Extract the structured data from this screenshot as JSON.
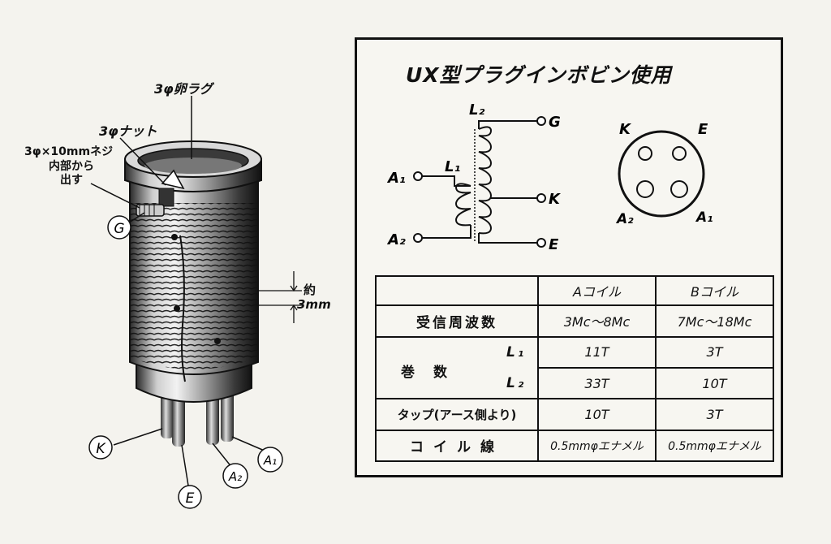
{
  "drawing": {
    "callout_lug": "3φ卵ラグ",
    "callout_nut": "3φナット",
    "callout_screw_line1": "3φ×10mmネジ",
    "callout_screw_line2": "内部から",
    "callout_screw_line3": "出す",
    "approx_label": "約",
    "approx_value": "3mm",
    "pin_g": "G",
    "pin_k": "K",
    "pin_e": "E",
    "pin_a2": "A₂",
    "pin_a1": "A₁"
  },
  "panel": {
    "title": "UX型プラグインボビン使用",
    "schematic": {
      "l2": "L₂",
      "l1": "L₁",
      "a1": "A₁",
      "a2": "A₂",
      "g": "G",
      "k": "K",
      "e": "E"
    },
    "socket": {
      "k": "K",
      "e": "E",
      "a2": "A₂",
      "a1": "A₁"
    },
    "table": {
      "col_a": "Aコイル",
      "col_b": "Bコイル",
      "row_freq_label": "受信周波数",
      "row_freq_a": "3Mc～8Mc",
      "row_freq_b": "7Mc～18Mc",
      "row_turns_label": "巻　数",
      "row_l1_label": "L₁",
      "row_l2_label": "L₂",
      "row_l1_a": "11T",
      "row_l1_b": "3T",
      "row_l2_a": "33T",
      "row_l2_b": "10T",
      "row_tap_label": "タップ(アース側より)",
      "row_tap_a": "10T",
      "row_tap_b": "3T",
      "row_wire_label": "コイル線",
      "row_wire_a": "0.5mmφエナメル",
      "row_wire_b": "0.5mmφエナメル"
    }
  }
}
